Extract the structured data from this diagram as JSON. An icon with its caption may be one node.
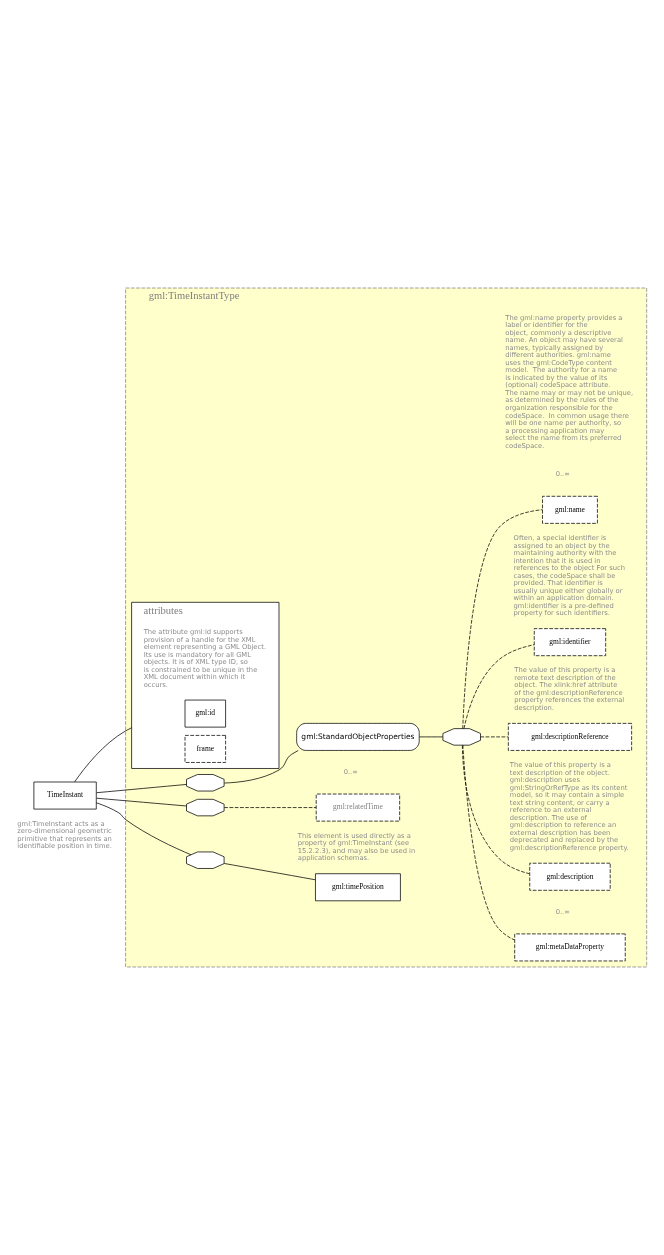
{
  "diagram": {
    "nodes": [
      {
        "text": [
          "TimeInstant"
        ],
        "beside": [
          "gml:TimeInstant acts as a zero-dimensional geometric primitive that represents an identifiable position in time."
        ]
      },
      {
        "text": [
          "gml:TimeInstantType"
        ]
      },
      {
        "text": [
          "attributes"
        ],
        "in": 1
      },
      {
        "text": [
          "gml:id"
        ],
        "in": 2,
        "beside": [
          "The attribute gml:id supports provision of a handle for the XML element representing a GML Object. Its use is mandatory for all GML objects. It is of XML type ID, so is constrained to be unique in the XML document within which it occurs."
        ]
      },
      {
        "text": [
          "frame"
        ],
        "in": 2
      },
      {
        "text": [],
        "shape": "octagon",
        "in": 1
      },
      {
        "text": [
          "gml:StandardObjectProperties"
        ],
        "in": 1
      },
      {
        "text": [],
        "shape": "octagon",
        "in": 1
      },
      {
        "text": [
          "gml:metaDataProperty"
        ],
        "in": 1,
        "beside": [
          "0..∞"
        ]
      },
      {
        "text": [
          "gml:description"
        ],
        "in": 1,
        "beside": [
          "The value of this property is a text description of the object. gml:description uses gml:StringOrRefType as its content model, so it may contain a simple text string content, or carry a reference to an external description. The use of gml:description to reference an external description has been deprecated and replaced by the gml:descriptionReference property."
        ]
      },
      {
        "text": [
          "gml:descriptionReference"
        ],
        "in": 1,
        "beside": [
          "The value of this property is a remote text description of the object. The xlink:href attribute of the gml:descriptionReference property references the external description."
        ]
      },
      {
        "text": [
          "gml:identifier"
        ],
        "in": 1,
        "beside": [
          "Often, a special identifier is assigned to an object by the maintaining authority with the intention that it is used in references to the object For such cases, the codeSpace shall be provided. That identifier is usually unique either globally or within an application domain. gml:identifier is a pre-defined property for such identifiers."
        ]
      },
      {
        "text": [
          "gml:name"
        ],
        "in": 1,
        "beside": [
          "0..∞",
          "The gml:name property provides a label or identifier for the object, commonly a descriptive name. An object may have several names, typically assigned by different authorities. gml:name uses the gml:CodeType content model.  The authority for a name is indicated by the value of its (optional) codeSpace attribute.  The name may or may not be unique, as determined by the rules of the organization responsible for the codeSpace.  In common usage there will be one name per authority, so a processing application may select the name from its preferred codeSpace."
        ]
      },
      {
        "text": [],
        "shape": "octagon",
        "in": 1
      },
      {
        "text": [
          "gml:relatedTime"
        ],
        "in": 1,
        "beside": [
          "0..∞"
        ]
      },
      {
        "text": [],
        "shape": "octagon",
        "in": 1
      },
      {
        "text": [
          "gml:timePosition"
        ],
        "in": 1,
        "beside": [
          "This element is used directly as a property of gml:TimeInstant (see 15.2.2.3), and may also be used in application schemas."
        ]
      }
    ],
    "edges": [
      {
        "from": 0,
        "to": 2,
        "arrow": "none"
      },
      {
        "from": 0,
        "to": 5,
        "arrow": "none"
      },
      {
        "from": 0,
        "to": 13,
        "arrow": "none"
      },
      {
        "from": 0,
        "to": 15,
        "arrow": "none"
      },
      {
        "from": 5,
        "to": 6,
        "arrow": "none"
      },
      {
        "from": 6,
        "to": 7,
        "arrow": "none"
      },
      {
        "from": 7,
        "to": 8,
        "arrow": "none",
        "style": "dashed"
      },
      {
        "from": 7,
        "to": 9,
        "arrow": "none",
        "style": "dashed"
      },
      {
        "from": 7,
        "to": 10,
        "arrow": "none",
        "style": "dashed"
      },
      {
        "from": 7,
        "to": 11,
        "arrow": "none",
        "style": "dashed"
      },
      {
        "from": 7,
        "to": 12,
        "arrow": "none",
        "style": "dashed"
      },
      {
        "from": 13,
        "to": 14,
        "arrow": "none",
        "style": "dashed"
      },
      {
        "from": 15,
        "to": 16,
        "arrow": "none"
      }
    ]
  }
}
